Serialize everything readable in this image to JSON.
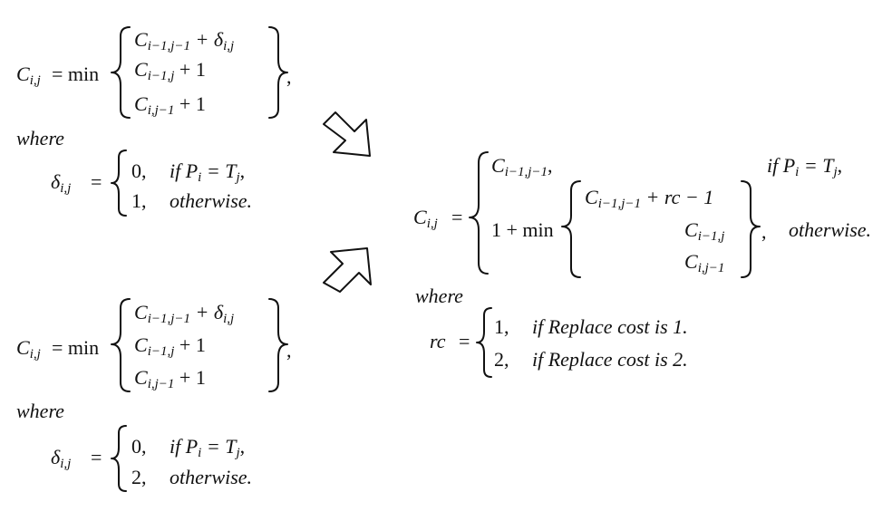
{
  "figure_label": "Edit distance recurrence combination diagram",
  "top_left": {
    "lhs": "C",
    "lhs_sub": "i,j",
    "equals_min": "= min",
    "case1": "C",
    "case1_sub": "i−1,j−1",
    "case1_rest": " + δ",
    "case1_rest_sub": "i,j",
    "case2": "C",
    "case2_sub": "i−1,j",
    "case2_rest": " + 1",
    "case3": "C",
    "case3_sub": "i,j−1",
    "case3_rest": " + 1",
    "trail": ",",
    "where": "where",
    "delta": "δ",
    "delta_sub": "i,j",
    "delta_eq": "=",
    "d1_val": "0,",
    "d1_cond_if": "if P",
    "d1_cond_p_sub": "i",
    "d1_cond_eq": " = T",
    "d1_cond_t_sub": "j",
    "d1_cond_end": ",",
    "d2_val": "1,",
    "d2_cond": "otherwise."
  },
  "bottom_left": {
    "lhs": "C",
    "lhs_sub": "i,j",
    "equals_min": "= min",
    "case1": "C",
    "case1_sub": "i−1,j−1",
    "case1_rest": " + δ",
    "case1_rest_sub": "i,j",
    "case2": "C",
    "case2_sub": "i−1,j",
    "case2_rest": " + 1",
    "case3": "C",
    "case3_sub": "i,j−1",
    "case3_rest": " + 1",
    "trail": ",",
    "where": "where",
    "delta": "δ",
    "delta_sub": "i,j",
    "delta_eq": "=",
    "d1_val": "0,",
    "d1_cond_if": "if P",
    "d1_cond_p_sub": "i",
    "d1_cond_eq": " = T",
    "d1_cond_t_sub": "j",
    "d1_cond_end": ",",
    "d2_val": "2,",
    "d2_cond": "otherwise."
  },
  "right": {
    "lhs": "C",
    "lhs_sub": "i,j",
    "eq": "=",
    "case1": "C",
    "case1_sub": "i−1,j−1",
    "case1_end": ",",
    "case1_cond_if": "if P",
    "case1_cond_p_sub": "i",
    "case1_cond_eq": " = T",
    "case1_cond_t_sub": "j",
    "case1_cond_end": ",",
    "case2_prefix": "1 + min",
    "inner1": "C",
    "inner1_sub": "i−1,j−1",
    "inner1_rest": " + rc − 1",
    "inner2": "C",
    "inner2_sub": "i−1,j",
    "inner3": "C",
    "inner3_sub": "i,j−1",
    "case2_trail": ",",
    "case2_cond": "otherwise.",
    "where": "where",
    "rc": "rc",
    "rc_eq": "=",
    "rc1_val": "1,",
    "rc1_cond": "if Replace cost is 1.",
    "rc2_val": "2,",
    "rc2_cond": "if Replace cost is 2."
  },
  "icons": {
    "top_arrow": "hollow-arrow-down-right-icon",
    "bottom_arrow": "hollow-arrow-up-right-icon"
  }
}
